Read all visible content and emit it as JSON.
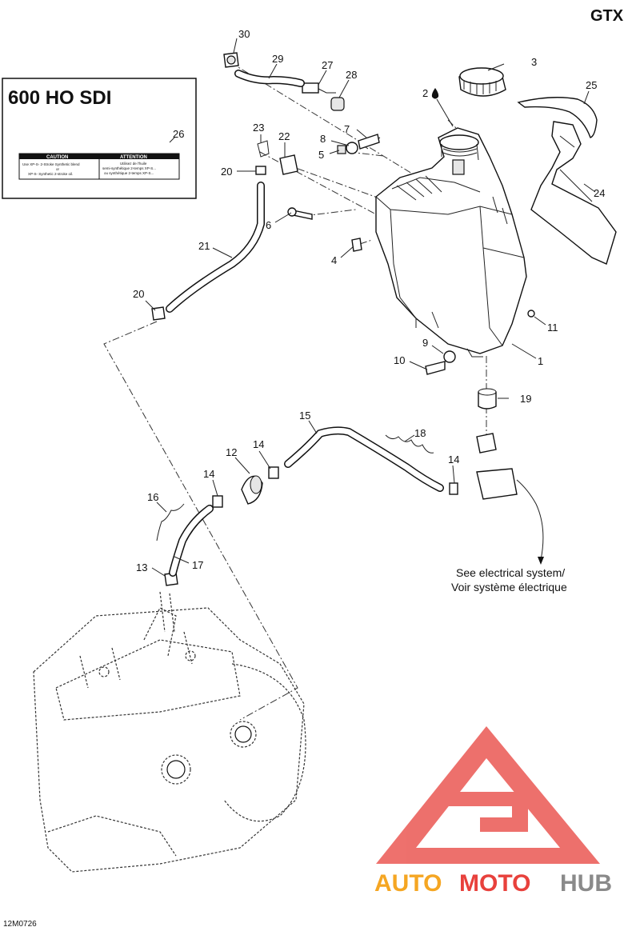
{
  "header": {
    "model": "GTX"
  },
  "label_box": {
    "title": "600 HO SDI",
    "caution_label": "CAUTION",
    "attention_label": "ATTENTION",
    "caution_text": [
      "Use XP-S- 2-Stroke Synthetic blend",
      "or",
      "XP-S- Synthetic 2-stroke oil."
    ],
    "attention_text": [
      "Utilisez de l'huile",
      "semi-synthétique 2-temps XP-S...",
      "ou synthétique 2-temps XP-S..."
    ]
  },
  "callouts": {
    "c1": "1",
    "c2": "2",
    "c3": "3",
    "c4": "4",
    "c5": "5",
    "c6": "6",
    "c7": "7",
    "c8": "8",
    "c9": "9",
    "c10": "10",
    "c11": "11",
    "c12": "12",
    "c13": "13",
    "c14a": "14",
    "c14b": "14",
    "c14c": "14",
    "c15": "15",
    "c16": "16",
    "c17": "17",
    "c18": "18",
    "c19": "19",
    "c20a": "20",
    "c20b": "20",
    "c21": "21",
    "c22": "22",
    "c23": "23",
    "c24": "24",
    "c25": "25",
    "c26": "26",
    "c27": "27",
    "c28": "28",
    "c29": "29",
    "c30": "30"
  },
  "note": {
    "line1": "See electrical system/",
    "line2": "Voir système électrique"
  },
  "figure_code": "12M0726",
  "watermark": {
    "part1": "AUTO",
    "part2": "MOTO",
    "part3": "HUB",
    "color_orange": "#f5a623",
    "color_red": "#e8413c",
    "color_gray": "#8a8a8a"
  }
}
